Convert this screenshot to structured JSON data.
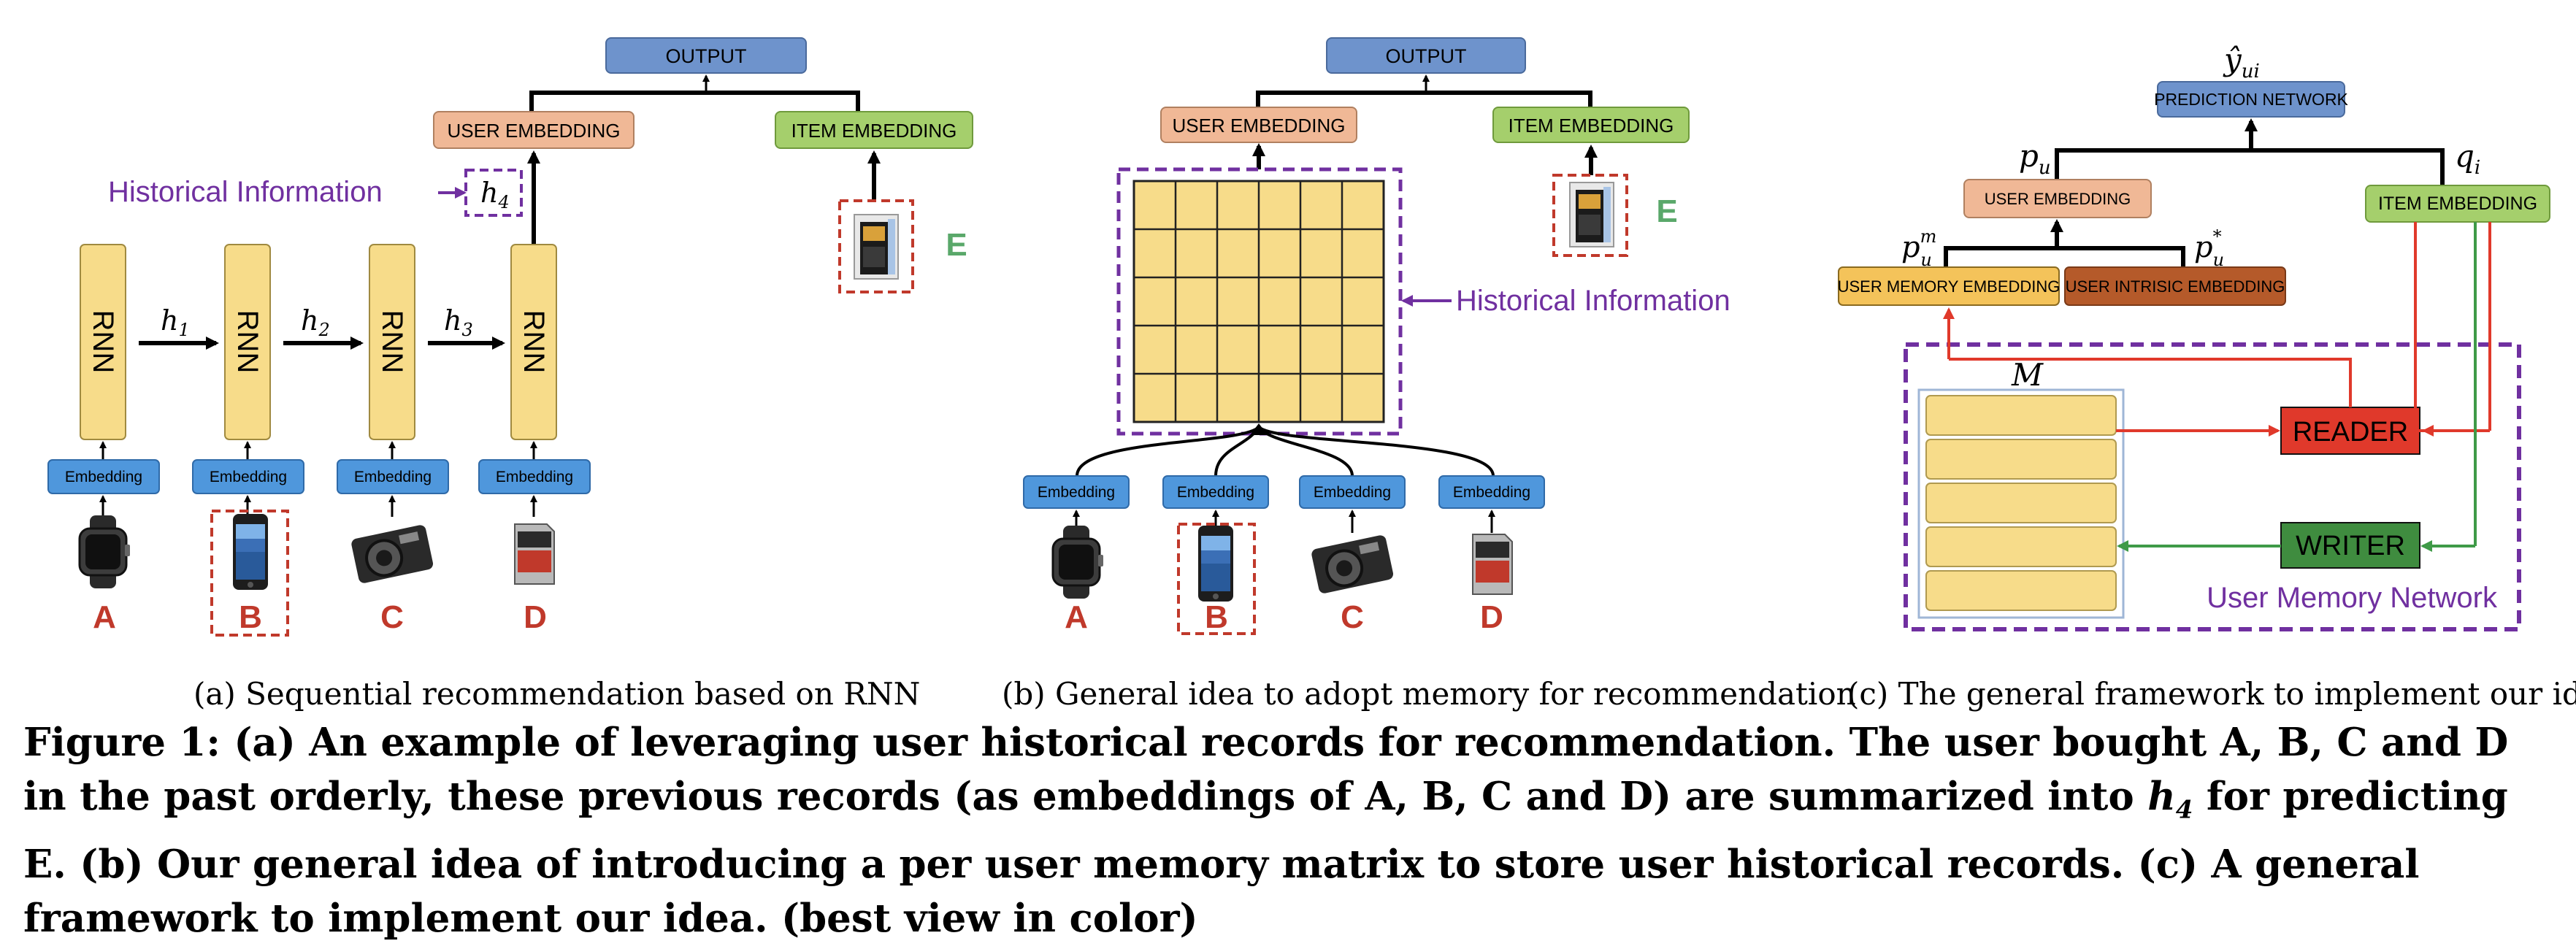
{
  "panel_a": {
    "output": "OUTPUT",
    "user_embedding": "USER EMBEDDING",
    "item_embedding": "ITEM EMBEDDING",
    "historical_info": "Historical Information",
    "h4": "h",
    "h4_sub": "4",
    "rnn": "RNN",
    "h_labels": [
      {
        "t": "h",
        "s": "1"
      },
      {
        "t": "h",
        "s": "2"
      },
      {
        "t": "h",
        "s": "3"
      }
    ],
    "embedding": "Embedding",
    "items": [
      "A",
      "B",
      "C",
      "D"
    ],
    "target": "E",
    "subcaption": "(a)  Sequential recommendation based on RNN"
  },
  "panel_b": {
    "output": "OUTPUT",
    "user_embedding": "USER EMBEDDING",
    "item_embedding": "ITEM EMBEDDING",
    "historical_info": "Historical Information",
    "embedding": "Embedding",
    "items": [
      "A",
      "B",
      "C",
      "D"
    ],
    "target": "E",
    "subcaption": "(b)  General idea to adopt memory for recommendation"
  },
  "panel_c": {
    "prediction_network": "PREDICTION NETWORK",
    "y_hat": "ŷ",
    "y_sub": "ui",
    "pu": "p",
    "pu_sub": "u",
    "qi": "q",
    "qi_sub": "i",
    "pum": "p",
    "pum_sup": "m",
    "pum_sub": "u",
    "pustar": "p",
    "pustar_sup": "*",
    "pustar_sub": "u",
    "user_embedding": "USER EMBEDDING",
    "item_embedding": "ITEM EMBEDDING",
    "user_memory_embedding": "USER MEMORY EMBEDDING",
    "user_intrisic_embedding": "USER INTRISIC EMBEDDING",
    "memory_label": "M",
    "reader": "READER",
    "writer": "WRITER",
    "network_label": "User Memory Network",
    "subcaption": "(c)  The general framework to implement our idea"
  },
  "caption": {
    "part1": "Figure 1: (a) An example of leveraging user historical records for recommendation. The user bought A, B, C and D in the past orderly, these previous records (as embeddings of A, B, C and D) are summarized into ",
    "h": "h",
    "h_sub": "4",
    "part2": " for predicting E. (b) Our general idea of introducing a per user memory matrix to store user historical records. (c) A general framework to implement our idea. (best view in color)"
  },
  "colors": {
    "blue": "#6e93cc",
    "embed_blue": "#4f97dc",
    "peach": "#f0b896",
    "green": "#a5cf6c",
    "yellow": "#f7dc8a",
    "dark_orange": "#b55a2a",
    "purple": "#7030a0",
    "red": "#c0392b",
    "reader_red": "#e0392b",
    "writer_green": "#3f8c3f",
    "item_red": "#c0392b",
    "e_green": "#5aa86a"
  }
}
